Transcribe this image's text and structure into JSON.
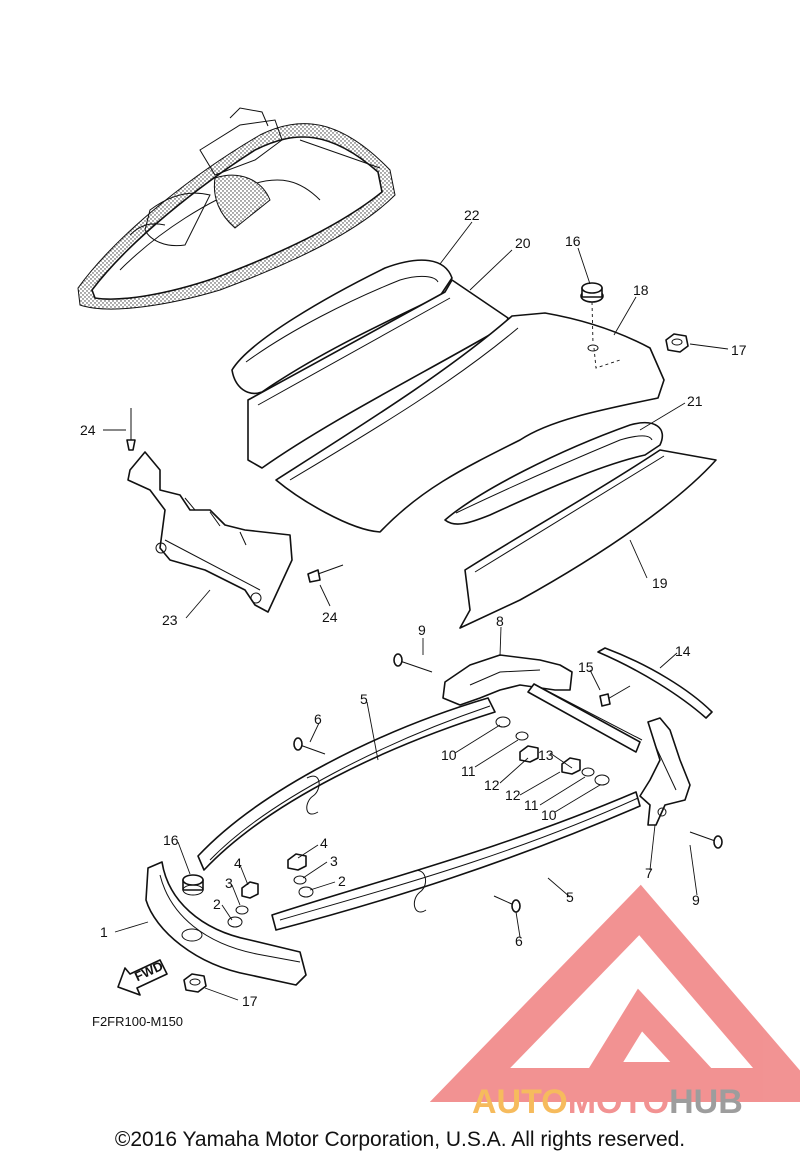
{
  "diagram": {
    "part_labels": {
      "p1": "1",
      "p2a": "2",
      "p2b": "2",
      "p3a": "3",
      "p3b": "3",
      "p4a": "4",
      "p4b": "4",
      "p5a": "5",
      "p5b": "5",
      "p6a": "6",
      "p6b": "6",
      "p7": "7",
      "p8": "8",
      "p9a": "9",
      "p9b": "9",
      "p10a": "10",
      "p10b": "10",
      "p11a": "11",
      "p11b": "11",
      "p12a": "12",
      "p12b": "12",
      "p13": "13",
      "p14": "14",
      "p15": "15",
      "p16a": "16",
      "p16b": "16",
      "p17a": "17",
      "p17b": "17",
      "p18": "18",
      "p19": "19",
      "p20": "20",
      "p21": "21",
      "p22": "22",
      "p23": "23",
      "p24a": "24",
      "p24b": "24"
    },
    "fwd_label": "FWD",
    "diagram_code": "F2FR100-M150"
  },
  "watermark": {
    "prefix": "AUTO",
    "middle": "MOTO",
    "suffix": "HUB",
    "colors": {
      "orange": "#f5b041",
      "red": "#f08080",
      "gray": "#8c8c8c"
    }
  },
  "footer": {
    "copyright": "©2016 Yamaha Motor Corporation, U.S.A. All rights reserved."
  }
}
